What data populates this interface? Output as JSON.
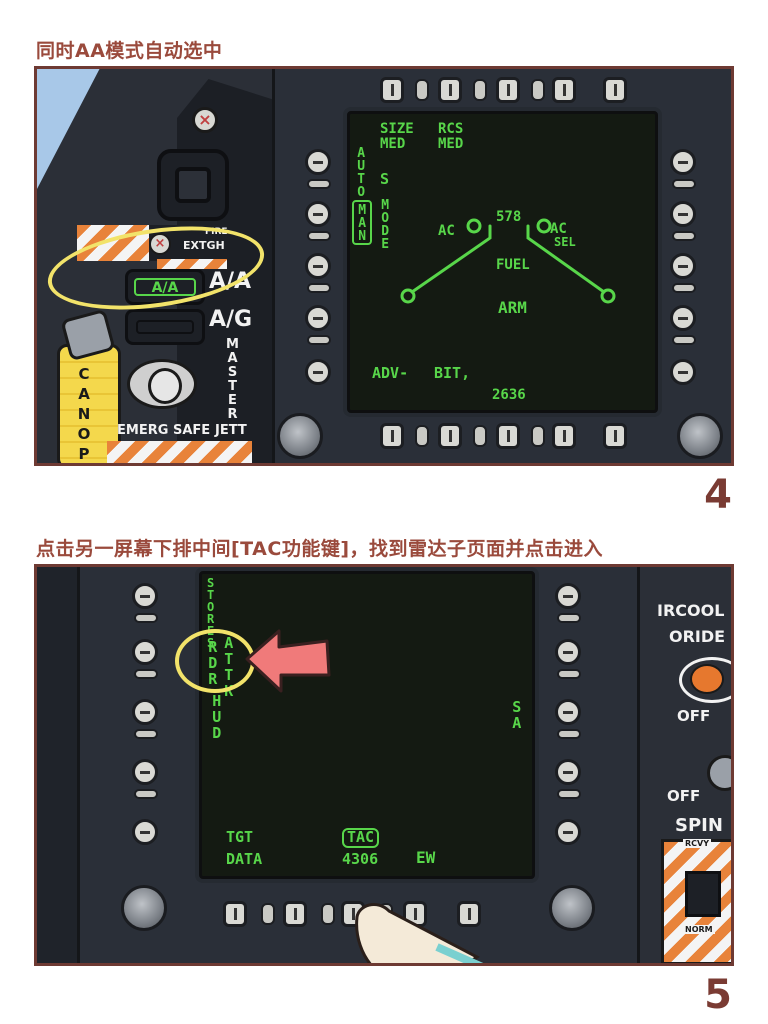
{
  "step4": {
    "caption": "同时AA模式自动选中",
    "page_number": "4",
    "left_console": {
      "fire_label": "FIRE",
      "extgh_label": "EXTGH",
      "aa_button_label": "A/A",
      "aa_side_label": "A/A",
      "ag_side_label": "A/G",
      "master_label": "MASTER",
      "canopy_label": "CANOPY",
      "emerg_label": "EMERG",
      "safe_label": "SAFE",
      "jett_label": "JETT"
    },
    "mfd": {
      "size_label": "SIZE",
      "size_value": "MED",
      "rcs_label": "RCS",
      "rcs_value": "MED",
      "auto_label": "AUTO",
      "man_label": "MAN",
      "s_label": "S",
      "mode_label": "MODE",
      "ac_left": "AC",
      "fuel_value": "578",
      "ac_right": "AC",
      "sel_label": "SEL",
      "fuel_label": "FUEL",
      "arm_label": "ARM",
      "status_left": "ADV-",
      "status_right": "BIT,",
      "bottom_number": "2636"
    }
  },
  "step5": {
    "caption": "点击另一屏幕下排中间[TAC功能键]，找到雷达子页面并点击进入",
    "page_number": "5",
    "mfd": {
      "stores_label": "STORES",
      "rdr_label": "RDR",
      "attk_label": "ATTK",
      "hud_label": "HUD",
      "sa_label": "SA",
      "tgt_label": "TGT",
      "data_label": "DATA",
      "tac_label": "TAC",
      "tac_number": "4306",
      "ew_label": "EW"
    },
    "right_console": {
      "ircool_label": "IRCOOL",
      "oride_label": "ORIDE",
      "off_label_1": "OFF",
      "off_label_2": "OFF",
      "spin_label": "SPIN",
      "rcvy_label": "RCVY",
      "norm_label": "NORM"
    }
  },
  "colors": {
    "caption": "#9a4a3c",
    "mfd_text": "#58d64a",
    "highlight_circle": "#f2e36a",
    "arrow": "#f07a7a",
    "stripe_orange": "#e8833a"
  },
  "icons": [
    "pointing-arrow-icon",
    "finger-pressing-icon",
    "jettison-knob-icon"
  ]
}
